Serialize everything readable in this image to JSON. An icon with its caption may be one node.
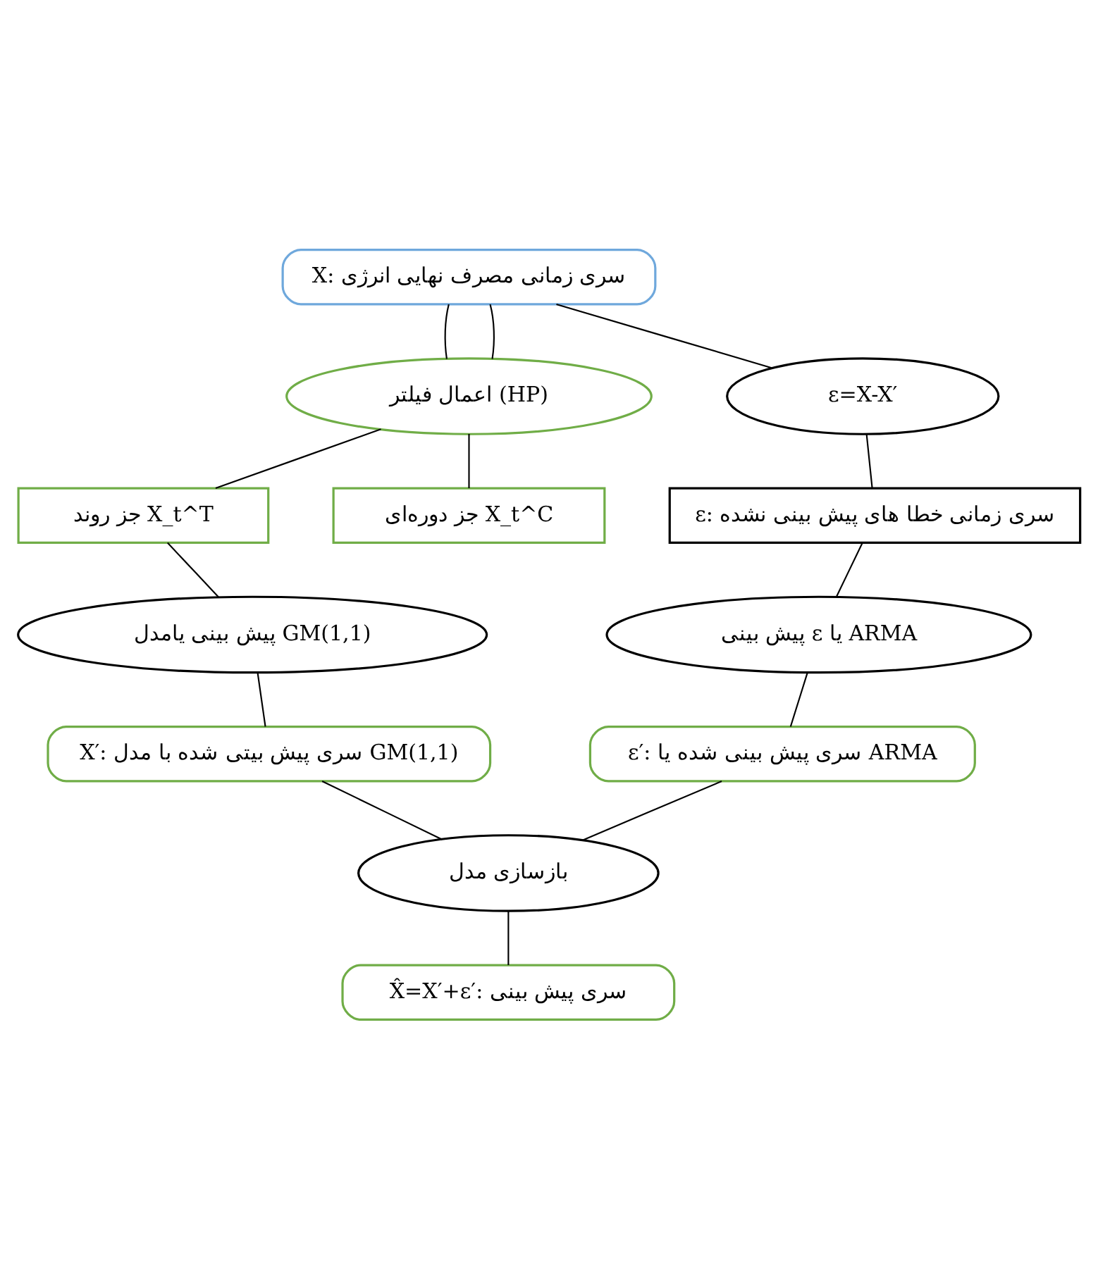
{
  "diagram": {
    "nodes": [
      {
        "text": [
          "X: سری زمانی مصرف نهایی انرژی"
        ]
      },
      {
        "text": [
          "اعمال فیلتر (HP)"
        ]
      },
      {
        "text": [
          "جز روند X_t^T"
        ]
      },
      {
        "text": [
          "جز دوره‌ای X_t^C"
        ]
      },
      {
        "text": [
          "ε=X-X′"
        ]
      },
      {
        "text": [
          "ε: سری زمانی خطا های پیش بینی نشده"
        ]
      },
      {
        "text": [
          "پیش بینی یامدل GM(1,1)"
        ]
      },
      {
        "text": [
          "پیش بینی ε یا ARMA"
        ]
      },
      {
        "text": [
          "X′: سری پیش بیتی شده با مدل GM(1,1)"
        ]
      },
      {
        "text": [
          "ε′: سری پیش بینی شده یا ARMA"
        ]
      },
      {
        "text": [
          "بازسازی مدل"
        ]
      },
      {
        "text": [
          "X̂=X′+ε′: سری پیش بینی"
        ]
      }
    ],
    "edges": [
      {
        "from": 0,
        "to": 1,
        "arrow": "none"
      },
      {
        "from": 0,
        "to": 1,
        "arrow": "none"
      },
      {
        "from": 1,
        "to": 2,
        "arrow": "none"
      },
      {
        "from": 1,
        "to": 3,
        "arrow": "none"
      },
      {
        "from": 0,
        "to": 4,
        "arrow": "none"
      },
      {
        "from": 2,
        "to": 6,
        "arrow": "none"
      },
      {
        "from": 4,
        "to": 5,
        "arrow": "none"
      },
      {
        "from": 5,
        "to": 7,
        "arrow": "none"
      },
      {
        "from": 6,
        "to": 8,
        "arrow": "none"
      },
      {
        "from": 7,
        "to": 9,
        "arrow": "none"
      },
      {
        "from": 8,
        "to": 10,
        "arrow": "none"
      },
      {
        "from": 9,
        "to": 10,
        "arrow": "none"
      },
      {
        "from": 10,
        "to": 11,
        "arrow": "none"
      }
    ]
  }
}
